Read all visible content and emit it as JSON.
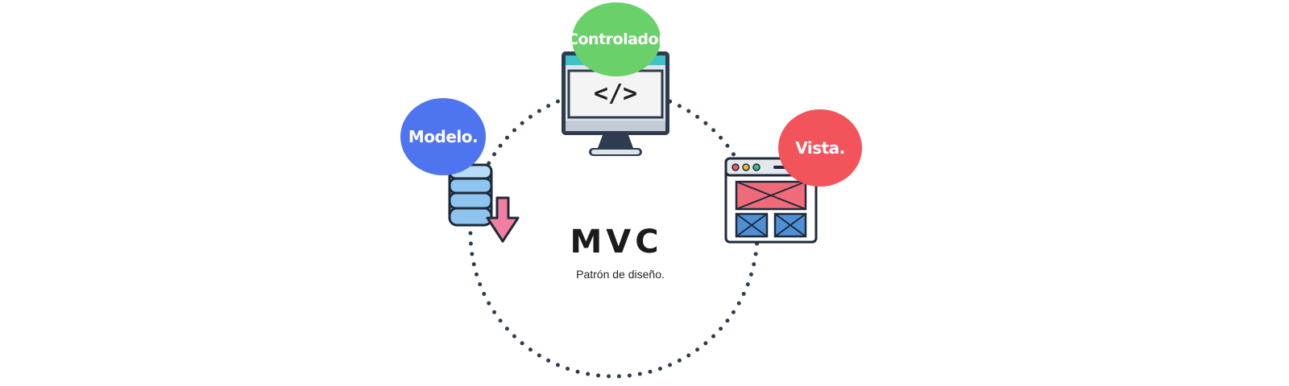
{
  "diagram": {
    "title": "MVC",
    "subtitle": "Patrón de diseño.",
    "nodes": {
      "controlador": {
        "label": "Controlador",
        "color": "#6ad06a",
        "icon": "monitor-code-icon",
        "code_glyph": "</>"
      },
      "modelo": {
        "label": "Modelo.",
        "color": "#4f74f0",
        "icon": "database-icon"
      },
      "vista": {
        "label": "Vista.",
        "color": "#f3535b",
        "icon": "browser-window-icon"
      }
    },
    "cycle_style": "dotted-circle",
    "dot_color": "#2f3b4e"
  }
}
